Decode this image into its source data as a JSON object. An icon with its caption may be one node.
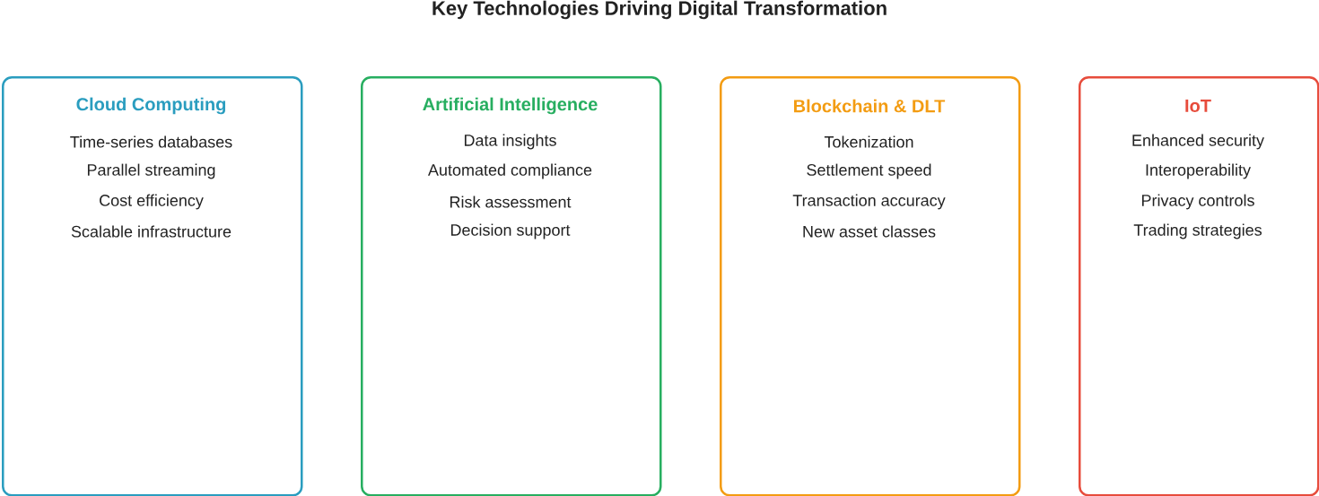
{
  "diagram": {
    "title": "Key Technologies Driving Digital Transformation",
    "nodes": [
      {
        "text": [
          "Cloud Computing",
          "Time-series databases",
          "Parallel streaming",
          "Cost efficiency",
          "Scalable infrastructure"
        ]
      },
      {
        "text": [
          "Artificial Intelligence",
          "Data insights",
          "Automated compliance",
          "Risk assessment",
          "Decision support"
        ]
      },
      {
        "text": [
          "Blockchain & DLT",
          "Tokenization",
          "Settlement speed",
          "Transaction accuracy",
          "New asset classes"
        ]
      },
      {
        "text": [
          "IoT",
          "Enhanced security",
          "Interoperability",
          "Privacy controls",
          "Trading strategies"
        ]
      }
    ],
    "edges": []
  }
}
